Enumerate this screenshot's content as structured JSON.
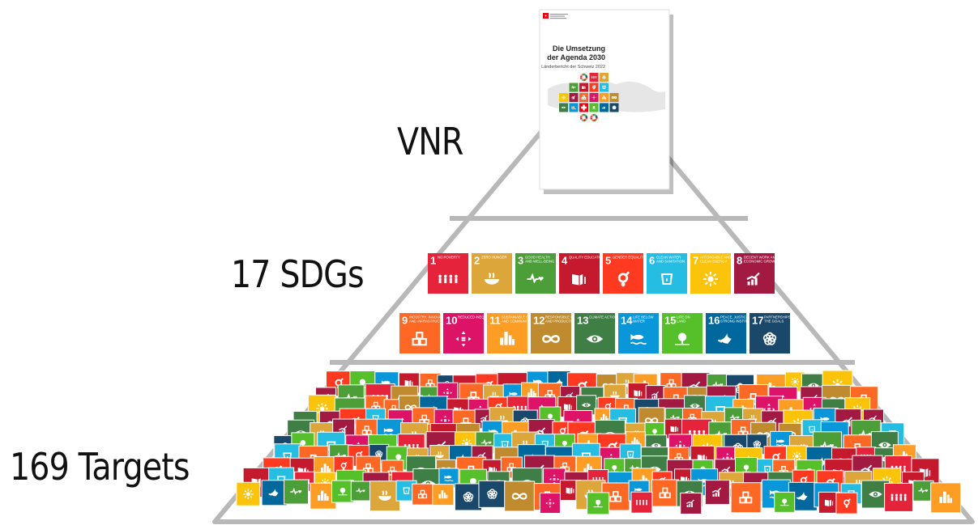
{
  "levels": {
    "vnr": "VNR",
    "sdgs": "17 SDGs",
    "targets": "169 Targets"
  },
  "report_cover": {
    "title_line1": "Die Umsetzung",
    "title_line2": "der Agenda 2030",
    "subtitle": "Länderbericht der Schweiz 2022"
  },
  "sdgs": [
    {
      "num": "1",
      "title": "NO POVERTY",
      "color": "#E5243B",
      "icon": "family-icon"
    },
    {
      "num": "2",
      "title": "ZERO HUNGER",
      "color": "#DDA63A",
      "icon": "bowl-icon"
    },
    {
      "num": "3",
      "title": "GOOD HEALTH AND WELL-BEING",
      "color": "#4C9F38",
      "icon": "heartbeat-icon"
    },
    {
      "num": "4",
      "title": "QUALITY EDUCATION",
      "color": "#C5192D",
      "icon": "book-icon"
    },
    {
      "num": "5",
      "title": "GENDER EQUALITY",
      "color": "#FF3A21",
      "icon": "gender-icon"
    },
    {
      "num": "6",
      "title": "CLEAN WATER AND SANITATION",
      "color": "#26BDE2",
      "icon": "water-drop-icon"
    },
    {
      "num": "7",
      "title": "AFFORDABLE AND CLEAN ENERGY",
      "color": "#FCC30B",
      "icon": "sun-icon"
    },
    {
      "num": "8",
      "title": "DECENT WORK AND ECONOMIC GROWTH",
      "color": "#A21942",
      "icon": "growth-chart-icon"
    },
    {
      "num": "9",
      "title": "INDUSTRY, INNOVATION AND INFRASTRUCTURE",
      "color": "#FD6925",
      "icon": "cubes-icon"
    },
    {
      "num": "10",
      "title": "REDUCED INEQUALITIES",
      "color": "#DD1367",
      "icon": "equality-arrows-icon"
    },
    {
      "num": "11",
      "title": "SUSTAINABLE CITIES AND COMMUNITIES",
      "color": "#FD9D24",
      "icon": "city-icon"
    },
    {
      "num": "12",
      "title": "RESPONSIBLE CONSUMPTION AND PRODUCTION",
      "color": "#BF8B2E",
      "icon": "infinity-icon"
    },
    {
      "num": "13",
      "title": "CLIMATE ACTION",
      "color": "#3F7E44",
      "icon": "eye-globe-icon"
    },
    {
      "num": "14",
      "title": "LIFE BELOW WATER",
      "color": "#0A97D9",
      "icon": "fish-icon"
    },
    {
      "num": "15",
      "title": "LIFE ON LAND",
      "color": "#56C02B",
      "icon": "tree-icon"
    },
    {
      "num": "16",
      "title": "PEACE, JUSTICE AND STRONG INSTITUTIONS",
      "color": "#00689D",
      "icon": "dove-icon"
    },
    {
      "num": "17",
      "title": "PARTNERSHIPS FOR THE GOALS",
      "color": "#19486A",
      "icon": "rings-icon"
    }
  ],
  "colors": {
    "pyramid_stroke": "#B8B8B8",
    "label": "#111111"
  }
}
